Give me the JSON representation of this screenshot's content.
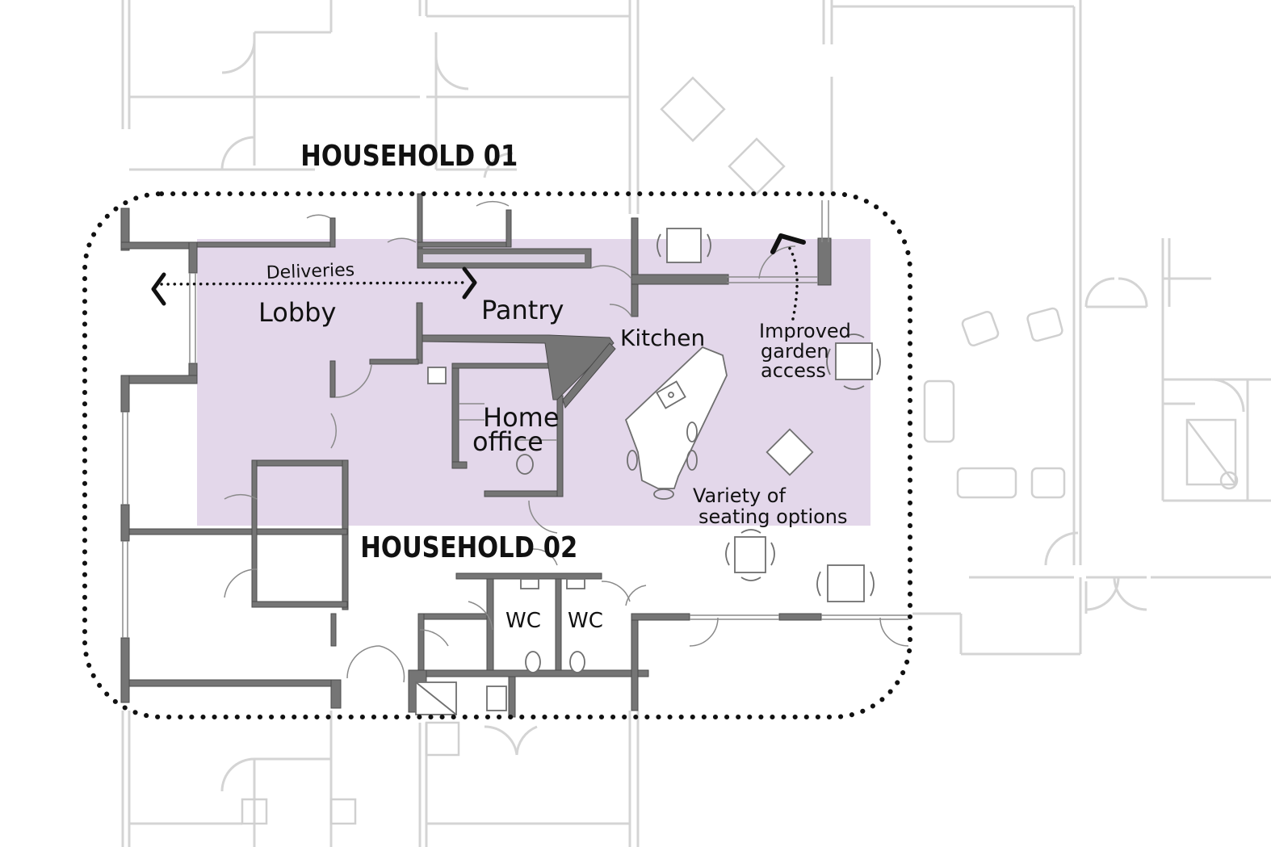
{
  "diagram": {
    "household_01": "HOUSEHOLD 01",
    "household_02": "HOUSEHOLD 02",
    "deliveries": "Deliveries",
    "lobby": "Lobby",
    "pantry": "Pantry",
    "kitchen": "Kitchen",
    "home_office_line1": "Home",
    "home_office_line2": "office",
    "garden_line1": "Improved",
    "garden_line2": "garden",
    "garden_line3": "access",
    "seating_line1": "Variety of",
    "seating_line2": "seating options",
    "wc_left": "WC",
    "wc_right": "WC"
  },
  "colors": {
    "highlight": "#e3d7ea",
    "wall_dark": "#6e6e6e",
    "wall_light": "#cfcfcf",
    "ink": "#111111"
  }
}
